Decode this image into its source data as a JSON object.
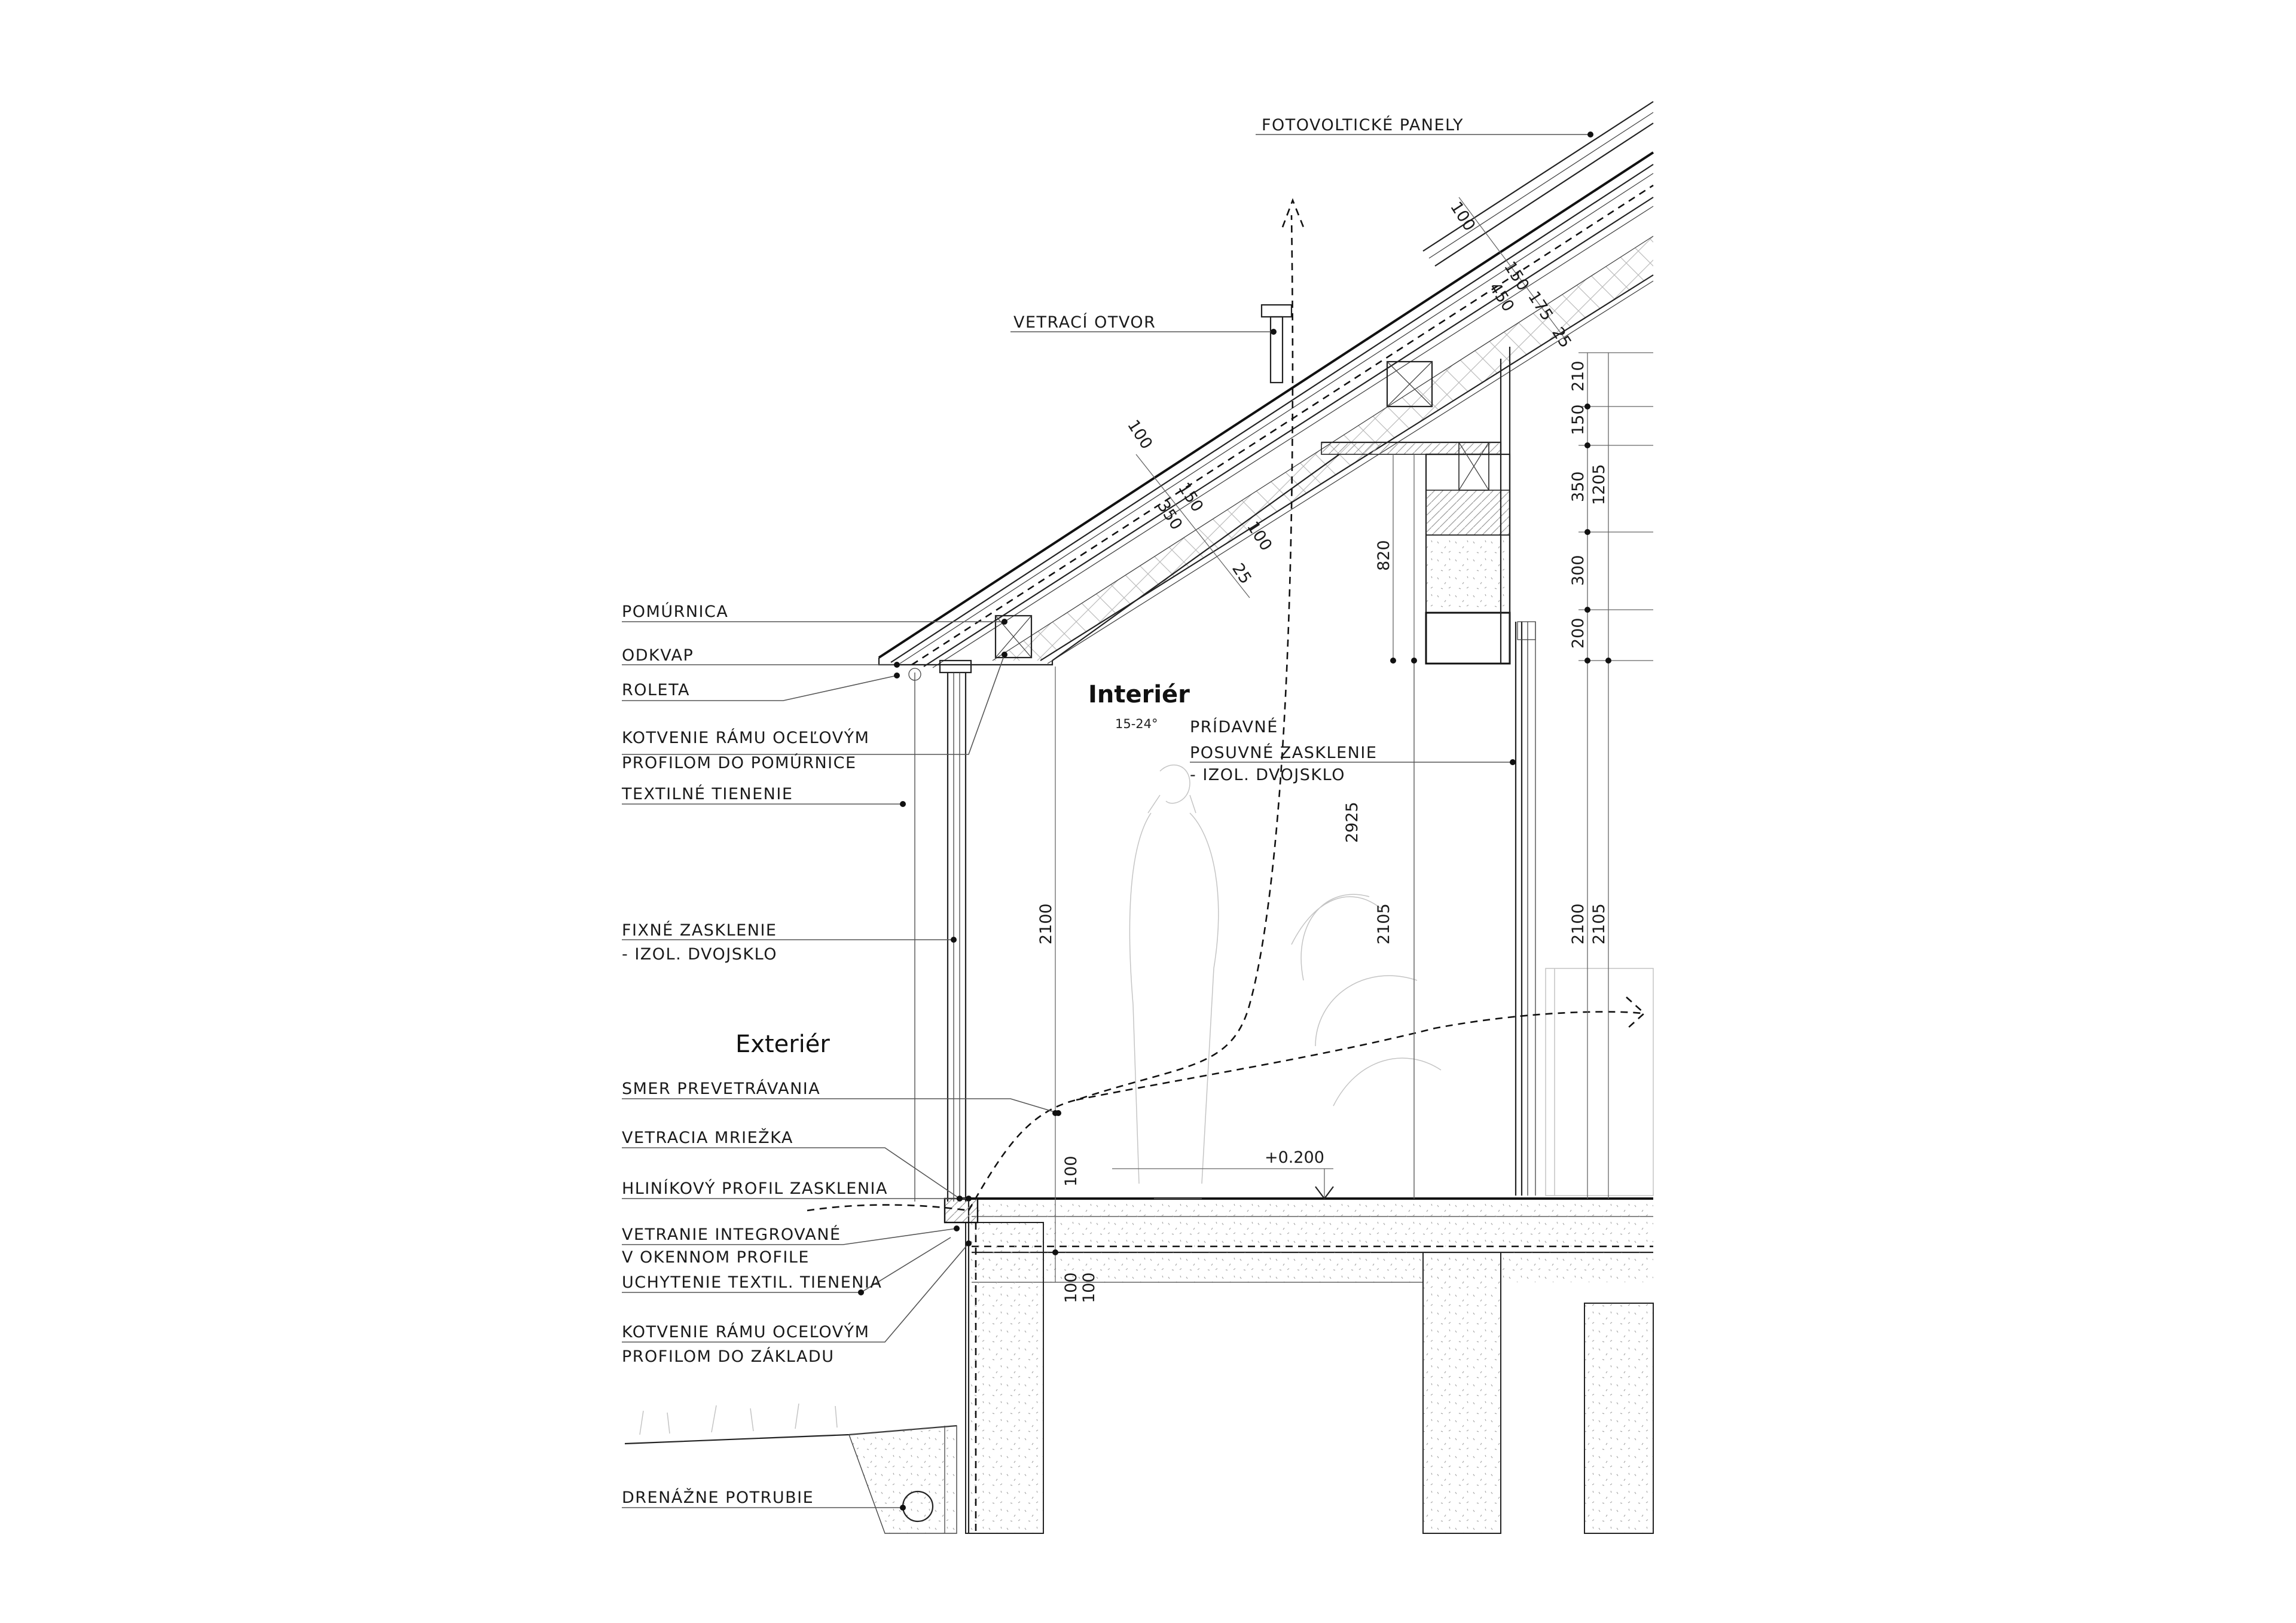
{
  "labels": {
    "fotovolticke": "FOTOVOLTICKÉ PANELY",
    "vetraci_otvor": "VETRACÍ OTVOR",
    "pomurnica": "POMÚRNICA",
    "odkvap": "ODKVAP",
    "roleta": "ROLETA",
    "kotvenie_pomurnica_1": "KOTVENIE RÁMU OCEĽOVÝM",
    "kotvenie_pomurnica_2": "PROFILOM DO POMÚRNICE",
    "textilne_tienenie": "TEXTILNÉ TIENENIE",
    "fixne_1": "FIXNÉ ZASKLENIE",
    "fixne_2": "- IZOL. DVOJSKLO",
    "exterier": "Exteriér",
    "interier": "Interiér",
    "interier_temp": "15-24°",
    "pridavne_1": "PRÍDAVNÉ",
    "pridavne_2": "POSUVNÉ ZASKLENIE",
    "pridavne_3": "- IZOL. DVOJSKLO",
    "smer": "SMER PREVETRÁVANIA",
    "mriezka": "VETRACIA MRIEŽKA",
    "hlinikovy": "HLINÍKOVÝ PROFIL ZASKLENIA",
    "vetranie_1": "VETRANIE INTEGROVANÉ",
    "vetranie_2": "V OKENNOM PROFILE",
    "uchytenie": "UCHYTENIE TEXTIL. TIENENIA",
    "kotvenie_zaklad_1": "KOTVENIE RÁMU OCEĽOVÝM",
    "kotvenie_zaklad_2": "PROFILOM DO ZÁKLADU",
    "drenazne": "DRENÁŽNE POTRUBIE",
    "level": "+0.200"
  },
  "dimensions": {
    "roof_upper": [
      "100",
      "150",
      "450",
      "175",
      "25"
    ],
    "roof_lower": [
      "100",
      "150",
      "350",
      "100",
      "25"
    ],
    "right_stack": [
      "210",
      "150",
      "350",
      "300",
      "200"
    ],
    "right_total": "1205",
    "d820": "820",
    "d2100_left": "2100",
    "d2925": "2925",
    "d2105_mid": "2105",
    "d2100_right": "2100",
    "d2105_right": "2105",
    "d100_floor": "100",
    "d100_a": "100",
    "d100_b": "100"
  }
}
